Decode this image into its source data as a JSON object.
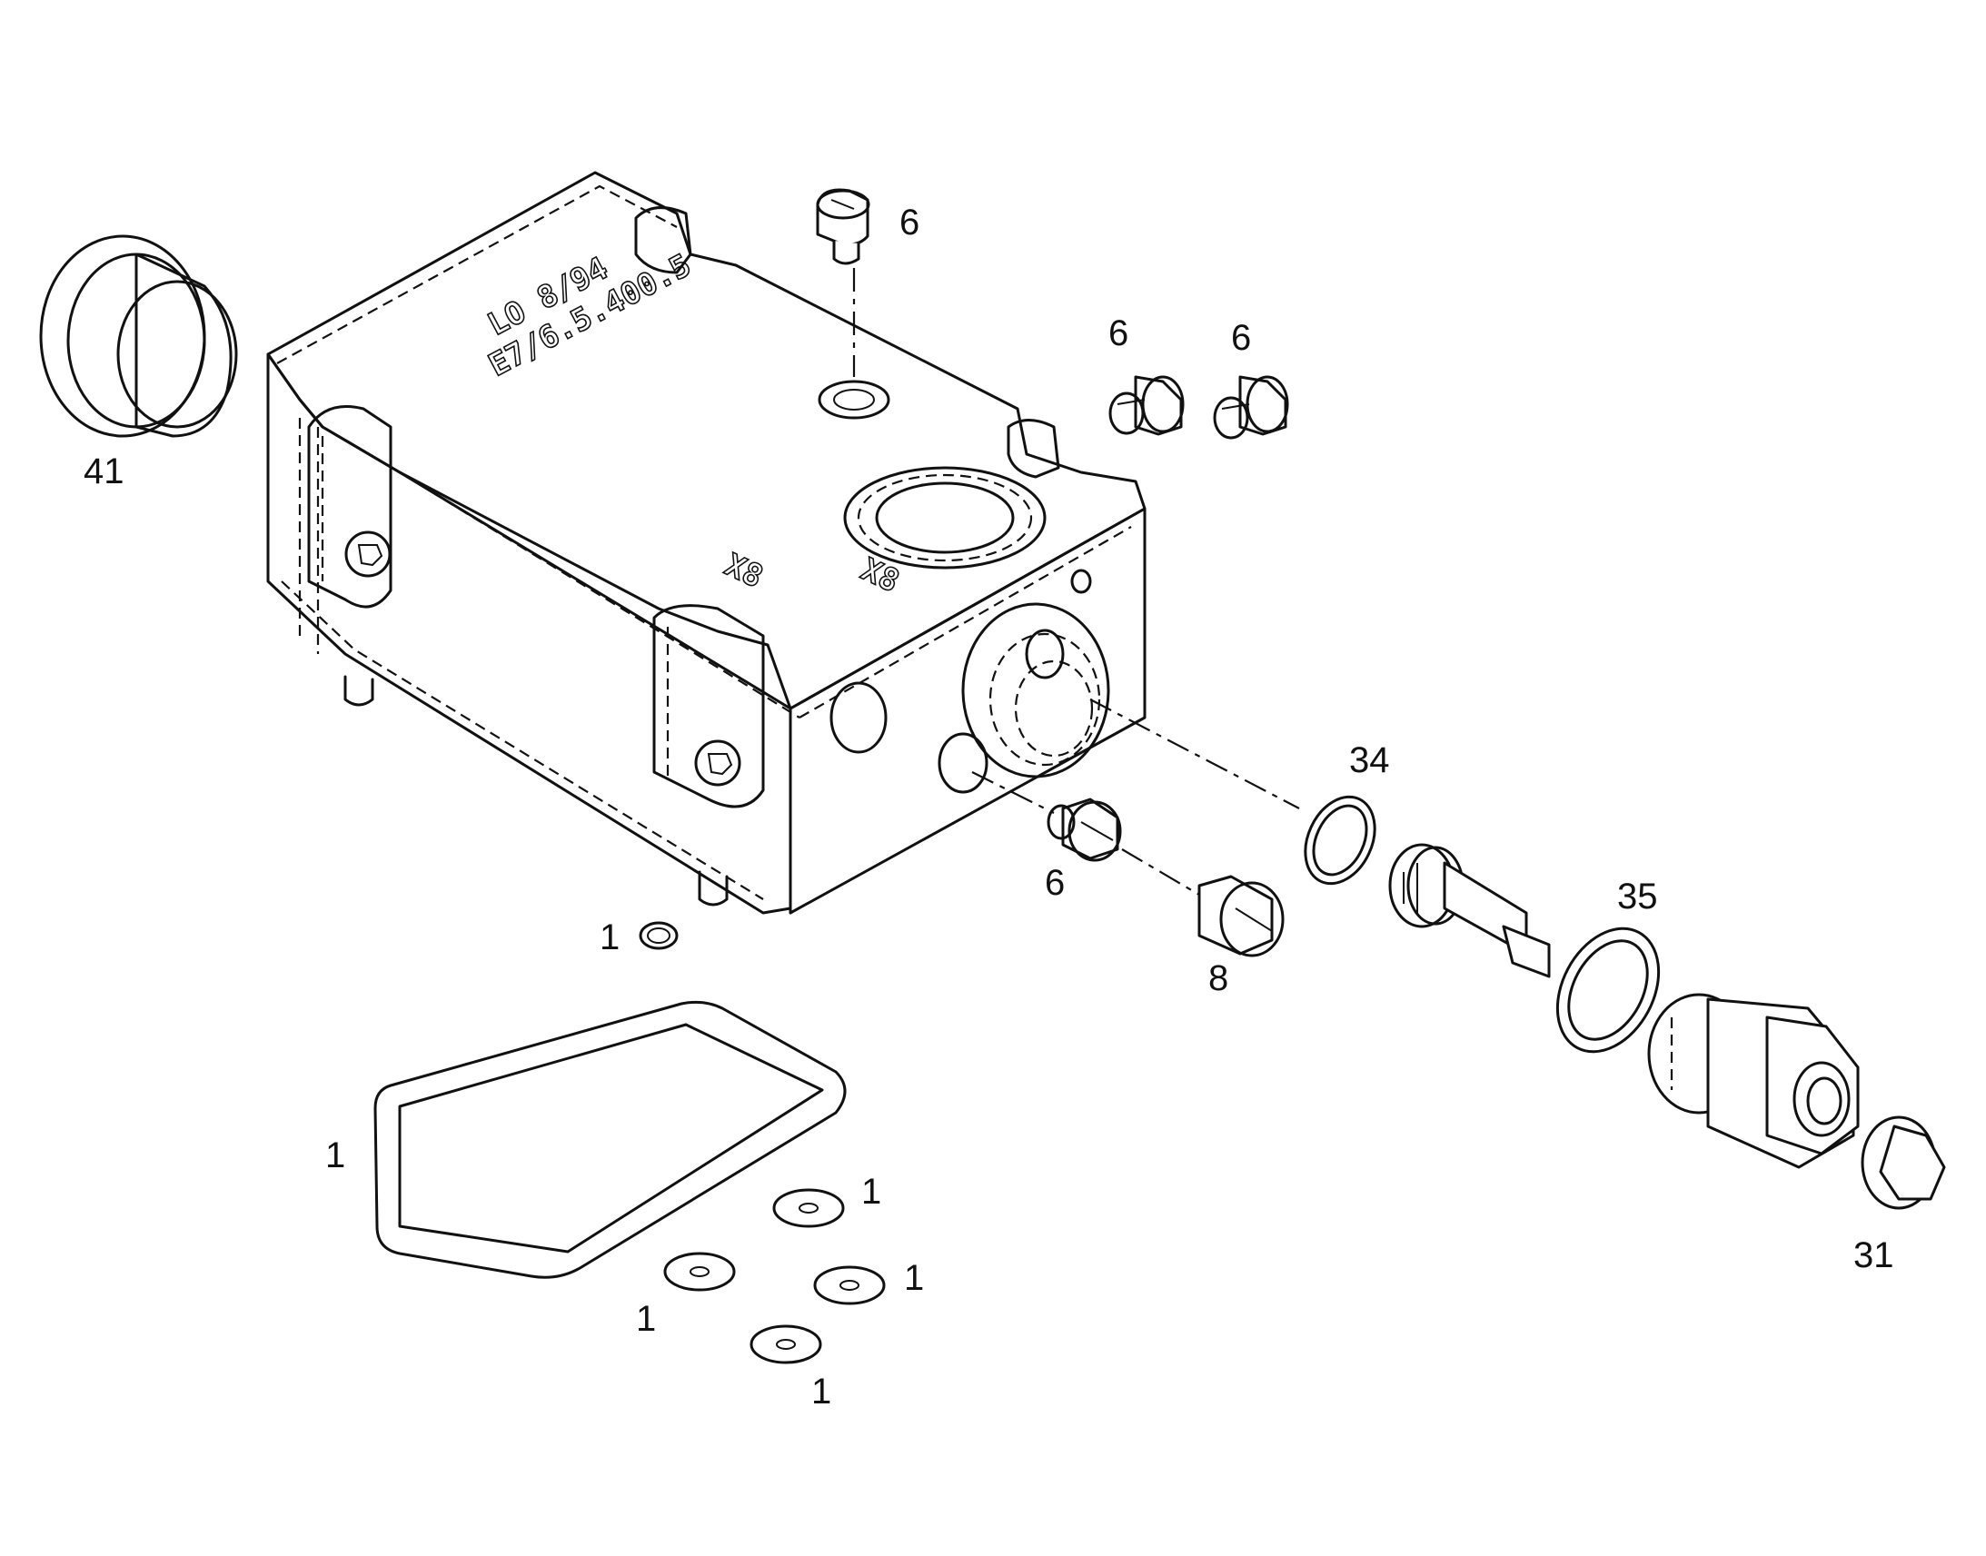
{
  "diagram": {
    "housing_markings": {
      "line1": "LO 8/94",
      "line2": "E7/6.5.400.5"
    },
    "port_marks": [
      "X8",
      "X8"
    ],
    "callouts": [
      {
        "id": "c41",
        "label": "41"
      },
      {
        "id": "c6a",
        "label": "6"
      },
      {
        "id": "c6b",
        "label": "6"
      },
      {
        "id": "c6c",
        "label": "6"
      },
      {
        "id": "c6d",
        "label": "6"
      },
      {
        "id": "c34",
        "label": "34"
      },
      {
        "id": "c35",
        "label": "35"
      },
      {
        "id": "c8",
        "label": "8"
      },
      {
        "id": "c1a",
        "label": "1"
      },
      {
        "id": "c1b",
        "label": "1"
      },
      {
        "id": "c1c",
        "label": "1"
      },
      {
        "id": "c1d",
        "label": "1"
      },
      {
        "id": "c1e",
        "label": "1"
      },
      {
        "id": "c1f",
        "label": "1"
      },
      {
        "id": "c31",
        "label": "31"
      }
    ]
  }
}
